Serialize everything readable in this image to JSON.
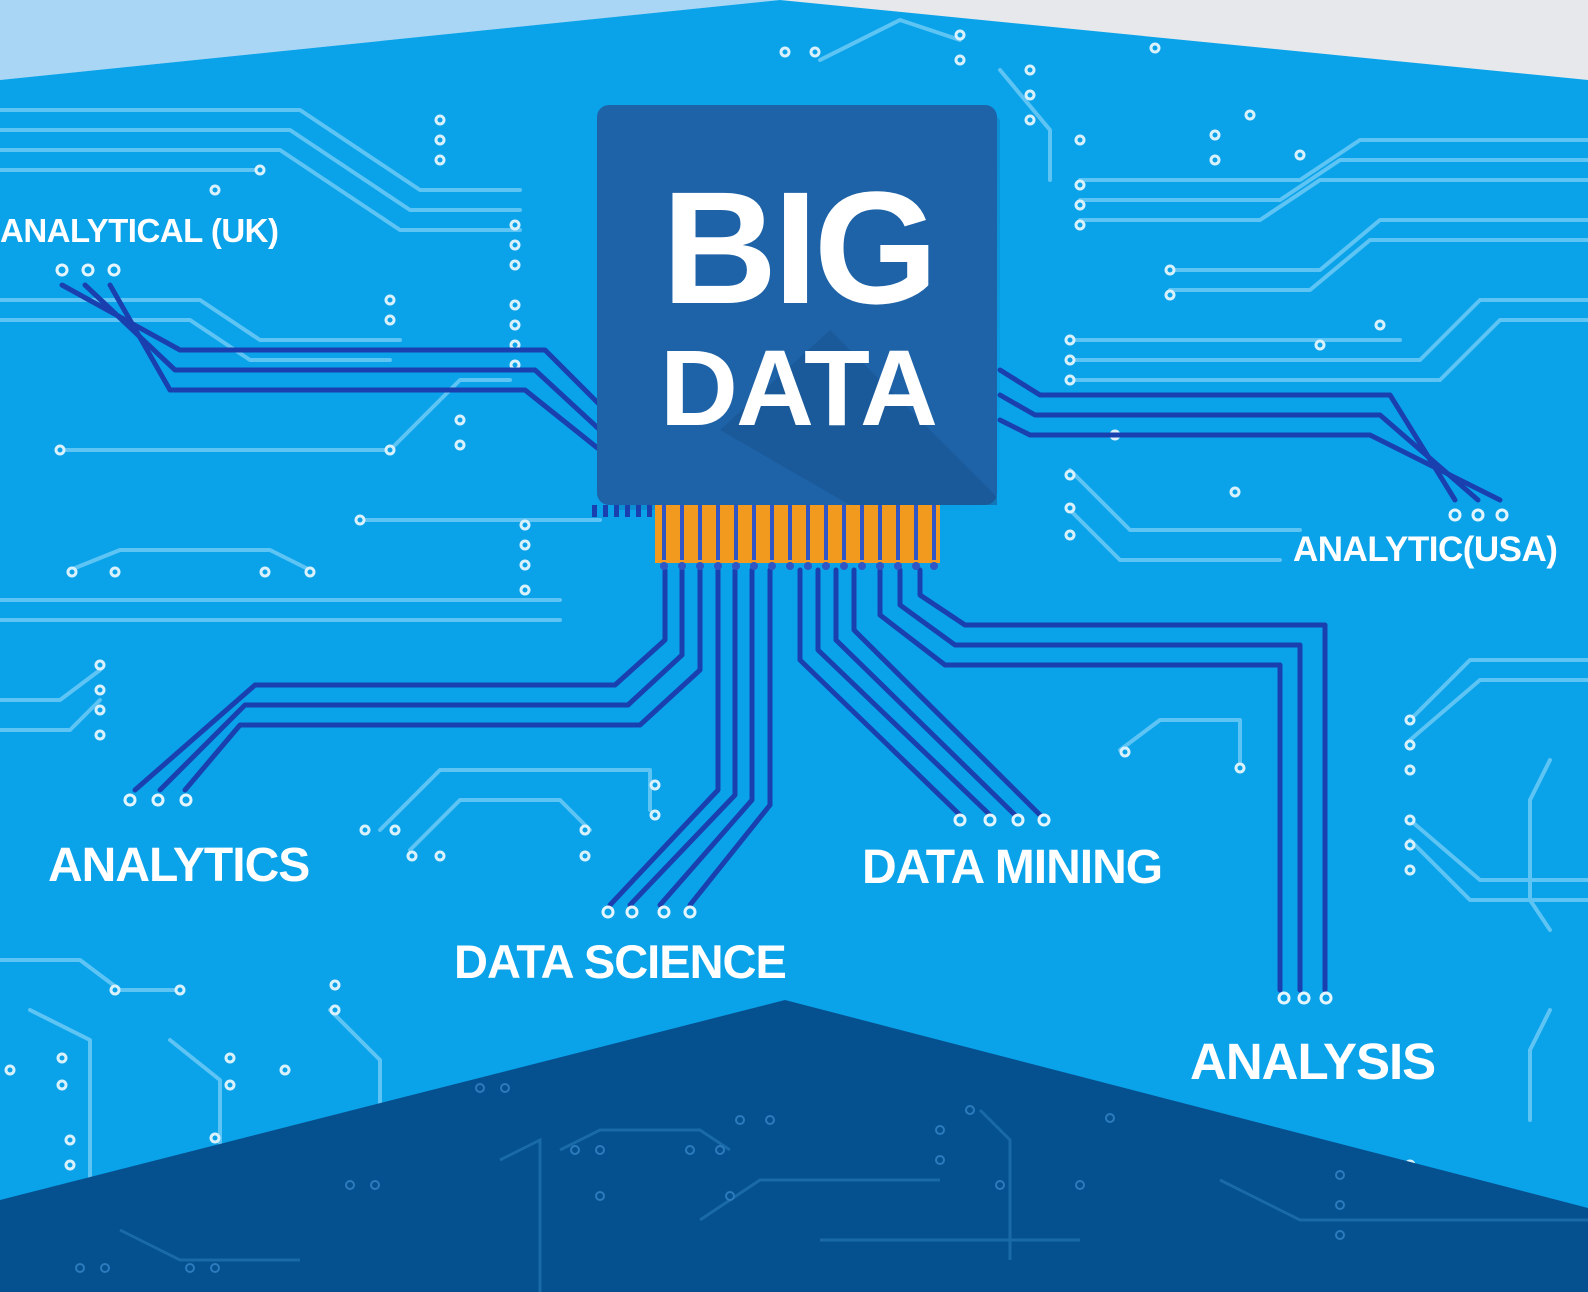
{
  "title": {
    "line1": "BIG",
    "line2": "DATA"
  },
  "labels": {
    "analytical_uk": "ANALYTICAL (UK)",
    "analytic_usa": "ANALYTIC(USA)",
    "analytics": "ANALYTICS",
    "data_science": "DATA SCIENCE",
    "data_mining": "DATA MINING",
    "analysis": "ANALYSIS"
  },
  "colors": {
    "background_blue": "#0aa3ea",
    "trace_light": "#5dc4f4",
    "trace_dark": "#1a3fae",
    "chip": "#1e63a8",
    "chip_shadow": "#15508c",
    "pins": "#f29a1e",
    "bottom_band": "#05508f",
    "top_band": "#a9d6f5",
    "corner_gray": "#e6e8ec",
    "text": "#ffffff"
  }
}
